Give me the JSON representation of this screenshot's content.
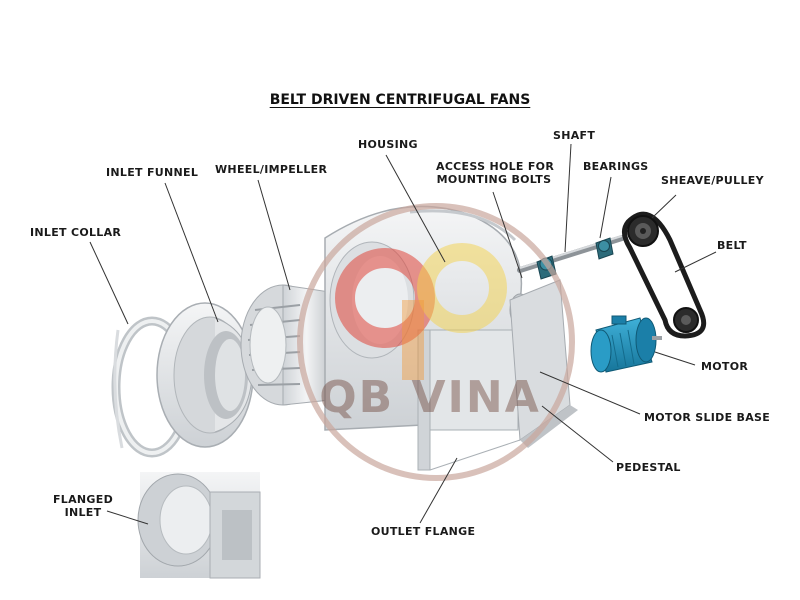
{
  "title": "BELT DRIVEN CENTRIFUGAL FANS",
  "watermark_text": "QB VINA",
  "labels": {
    "inlet_collar": "INLET COLLAR",
    "inlet_funnel": "INLET FUNNEL",
    "wheel_impeller": "WHEEL/IMPELLER",
    "housing": "HOUSING",
    "access_hole_1": "ACCESS HOLE FOR",
    "access_hole_2": "MOUNTING BOLTS",
    "shaft": "SHAFT",
    "bearings": "BEARINGS",
    "sheave_pulley": "SHEAVE/PULLEY",
    "belt": "BELT",
    "motor": "MOTOR",
    "motor_slide_base": "MOTOR SLIDE BASE",
    "pedestal": "PEDESTAL",
    "outlet_flange": "OUTLET FLANGE",
    "flanged_inlet_1": "FLANGED",
    "flanged_inlet_2": "INLET"
  },
  "colors": {
    "metal_light": "#e9ebed",
    "metal_mid": "#c9cdd1",
    "metal_dark": "#9ea3a8",
    "motor_teal": "#1f8fb8",
    "belt_black": "#1c1c1c",
    "watermark_ring": "#c9a79d",
    "watermark_red": "#e0463a",
    "watermark_orange": "#f29a3a",
    "watermark_yellow": "#f3d24a"
  }
}
